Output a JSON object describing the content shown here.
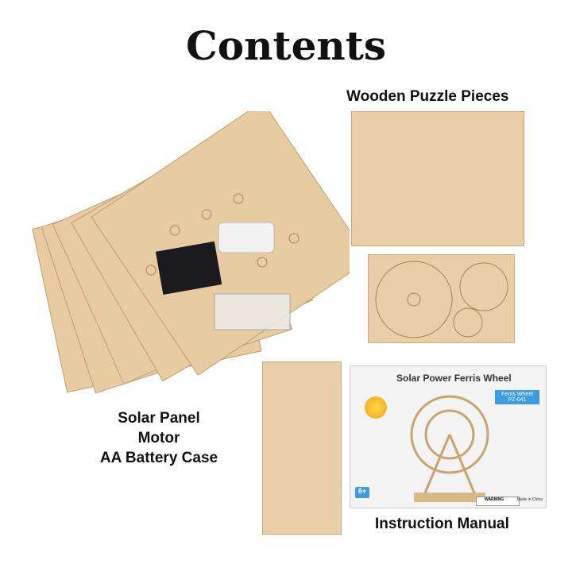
{
  "title": "Contents",
  "labels": {
    "wooden": "Wooden Puzzle Pieces",
    "electronics": [
      "Solar Panel",
      "Motor",
      "AA Battery Case"
    ],
    "manual": "Instruction Manual"
  },
  "manual_box": {
    "title": "Solar Power Ferris Wheel",
    "badge_line1": "Ferris Wheel",
    "badge_line2": "PZ-041",
    "age": "6+",
    "warning": "WARNING",
    "made_in": "Made in China"
  }
}
